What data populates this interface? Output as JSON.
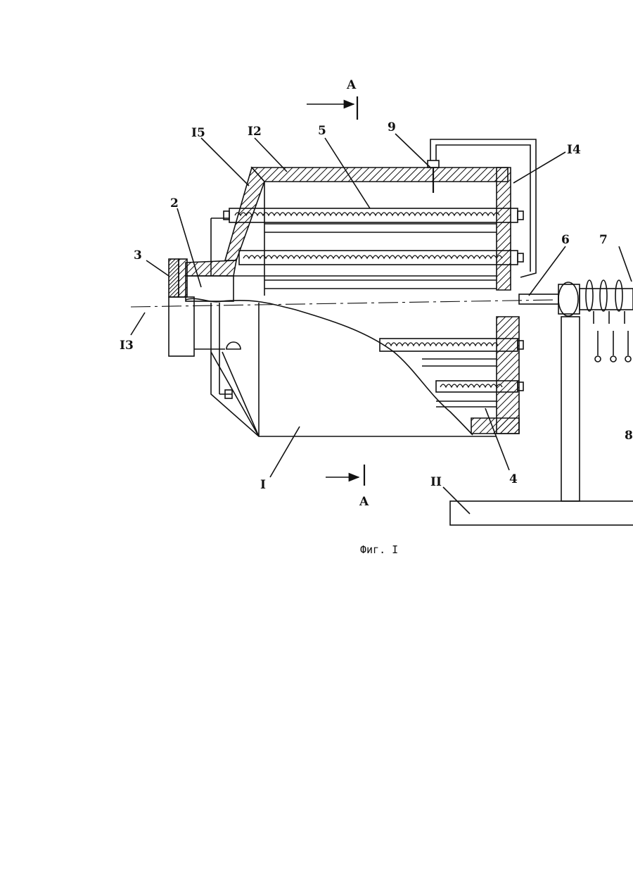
{
  "figure": {
    "caption": "Фиг. I",
    "section_marks": {
      "top": "A",
      "bottom": "A"
    },
    "labels": {
      "l1": "I",
      "l2": "2",
      "l3": "3",
      "l4": "4",
      "l5": "5",
      "l6": "6",
      "l7": "7",
      "l8": "8",
      "l9": "9",
      "l11": "II",
      "l12": "I2",
      "l13": "I3",
      "l14": "I4",
      "l15": "I5"
    }
  }
}
